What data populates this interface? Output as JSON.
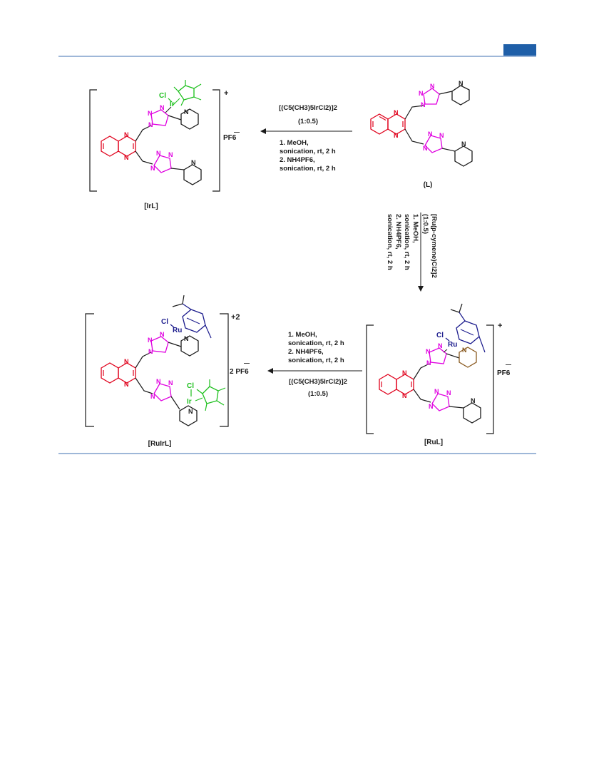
{
  "header": {
    "tab_color": "#1f5fa8",
    "rule_color": "#3c6fb0"
  },
  "colors": {
    "quinoxaline": "#e0001b",
    "triazole": "#e000e0",
    "pyridine": "#1a1a1a",
    "iridium_cp": "#1bbf1b",
    "ruthenium_cymene": "#1a1a8c",
    "coordinated_pyridine": "#8a5a20"
  },
  "compounds": {
    "ligand": {
      "label": "(L)"
    },
    "irl": {
      "label": "[IrL]",
      "charge": "+",
      "counterion": "PF6",
      "counterion_charge": "—"
    },
    "rul": {
      "label": "[RuL]",
      "charge": "+",
      "counterion": "PF6",
      "counterion_charge": "—"
    },
    "ruirl": {
      "label": "[RuIrL]",
      "charge": "+2",
      "counterion": "2 PF6",
      "counterion_charge": "—"
    }
  },
  "reactions": {
    "to_irl": {
      "reagent": "[(C5(CH3)5IrCl2)]2",
      "ratio": "(1:0.5)",
      "step1": "1. MeOH,",
      "step1b": "sonication, rt, 2 h",
      "step2": "2. NH4PF6,",
      "step2b": "sonication, rt, 2 h"
    },
    "to_rul": {
      "reagent": "[Ru(p-cymene)Cl2]2",
      "ratio": "(1:0.5)",
      "step1": "1. MeOH,",
      "step1b": "sonication, rt, 2 h",
      "step2": "2. NH4PF6,",
      "step2b": "sonication, rt, 2 h"
    },
    "to_ruirl": {
      "step1": "1. MeOH,",
      "step1b": "sonication, rt, 2 h",
      "step2": "2. NH4PF6,",
      "step2b": "sonication, rt, 2 h",
      "reagent": "[(C5(CH3)5IrCl2)]2",
      "ratio": "(1:0.5)"
    }
  },
  "atoms": {
    "N": "N",
    "Cl": "Cl",
    "Ir": "Ir",
    "Ru": "Ru"
  }
}
